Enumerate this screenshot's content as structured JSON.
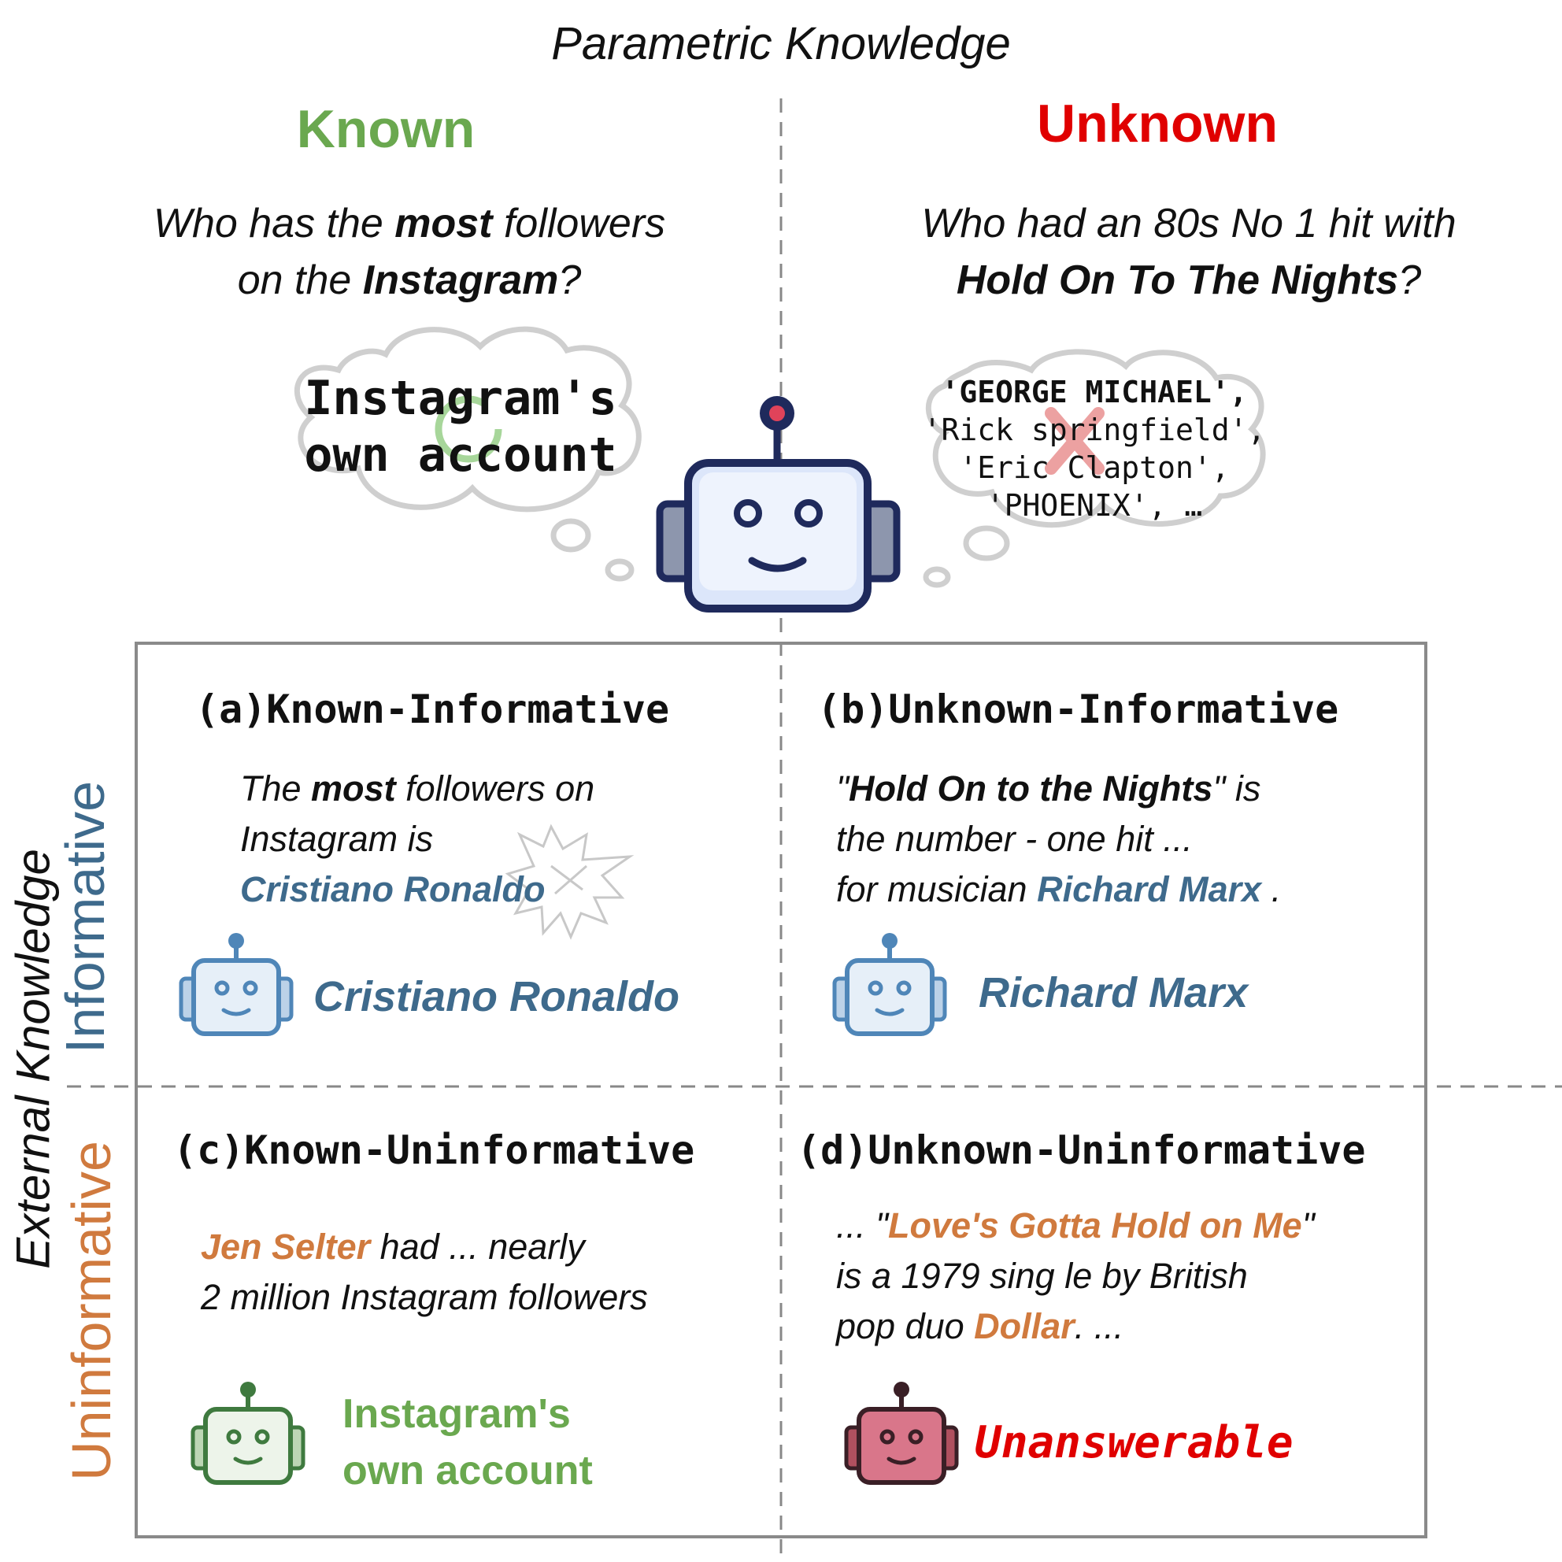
{
  "header": {
    "title": "Parametric Knowledge",
    "known_label": "Known",
    "unknown_label": "Unknown"
  },
  "questions": {
    "known": {
      "line1_a": "Who has the ",
      "line1_b": "most",
      "line1_c": " followers",
      "line2_a": "on the ",
      "line2_b": "Instagram",
      "line2_c": "?"
    },
    "unknown": {
      "line1": "Who had an 80s No 1 hit with",
      "line2_a": "Hold On  To The Nights",
      "line2_b": "?"
    }
  },
  "thoughts": {
    "known": {
      "line1": "Instagram's",
      "line2": "own account",
      "mark_icon": "check-circle-icon"
    },
    "unknown": {
      "line1": "'GEORGE MICHAEL',",
      "line2": "'Rick springfield',",
      "line3": "'Eric Clapton',",
      "line4": "'PHOENIX', …",
      "mark_icon": "cross-icon"
    }
  },
  "side_labels": {
    "external": "External Knowledge",
    "informative": "Informative",
    "uninformative": "Uninformative"
  },
  "cells": {
    "a": {
      "title": "(a)Known-Informative",
      "passage_l1_a": "The ",
      "passage_l1_b": "most",
      "passage_l1_c": " followers on",
      "passage_l2": "Instagram is",
      "passage_l3": "Cristiano Ronaldo",
      "answer": "Cristiano Ronaldo",
      "conflict_icon": "clash-icon"
    },
    "b": {
      "title": "(b)Unknown-Informative",
      "passage_l1_a": "\"",
      "passage_l1_b": "Hold On to the Nights",
      "passage_l1_c": "\" is",
      "passage_l2": "the number - one hit ...",
      "passage_l3_a": "for musician ",
      "passage_l3_b": "Richard Marx",
      "passage_l3_c": " .",
      "answer": "Richard Marx"
    },
    "c": {
      "title": "(c)Known-Uninformative",
      "passage_l1_a": "Jen Selter",
      "passage_l1_b": " had ... nearly",
      "passage_l2": "2 million Instagram followers",
      "answer_l1": "Instagram's",
      "answer_l2": "own account"
    },
    "d": {
      "title": "(d)Unknown-Uninformative",
      "passage_l1_a": "... \"",
      "passage_l1_b": "Love's Gotta Hold on Me",
      "passage_l1_c": "\"",
      "passage_l2": "is a 1979 sing le by British",
      "passage_l3_a": "pop duo ",
      "passage_l3_b": "Dollar",
      "passage_l3_c": ". ...",
      "answer": "Unanswerable"
    }
  },
  "colors": {
    "green": "#6aa84f",
    "red": "#e00000",
    "blue": "#3e6a8c",
    "orange": "#d07a3e",
    "gray": "#888888",
    "robot_navy": "#1f2a5c",
    "robot_blue": "#4f86b8",
    "robot_green": "#3f7a3f",
    "robot_pink": "#d9768a"
  }
}
